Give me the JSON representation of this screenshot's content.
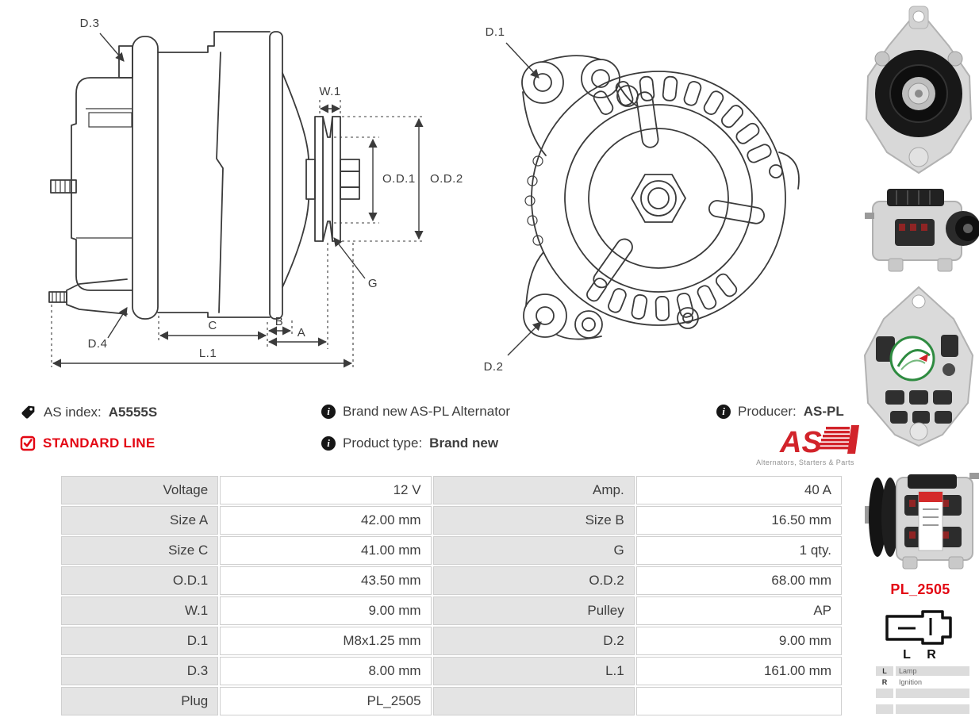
{
  "colors": {
    "accent_red": "#e30613",
    "logo_red": "#d2232a",
    "text": "#3e3e3e",
    "drawing_line": "#3b3b3b",
    "table_label_bg": "#e4e4e4",
    "table_border": "#cfcfcf"
  },
  "diagrams": {
    "side_view": {
      "labels": {
        "d3": "D.3",
        "d4": "D.4",
        "w1": "W.1",
        "od1": "O.D.1",
        "od2": "O.D.2",
        "g": "G",
        "c": "C",
        "b": "B",
        "a": "A",
        "l1": "L.1"
      }
    },
    "front_view": {
      "labels": {
        "d1": "D.1",
        "d2": "D.2"
      }
    }
  },
  "info": {
    "as_index_label": "AS index:",
    "as_index_value": "A5555S",
    "standard_line": "STANDARD LINE",
    "brand_new_line": "Brand new AS-PL Alternator",
    "product_type_label": "Product type:",
    "product_type_value": "Brand new",
    "producer_label": "Producer:",
    "producer_value": "AS-PL",
    "logo_text": "AS",
    "logo_subtitle": "Alternators, Starters & Parts"
  },
  "spec_table": {
    "rows": [
      [
        "Voltage",
        "12 V",
        "Amp.",
        "40 A"
      ],
      [
        "Size A",
        "42.00 mm",
        "Size B",
        "16.50 mm"
      ],
      [
        "Size C",
        "41.00 mm",
        "G",
        "1 qty."
      ],
      [
        "O.D.1",
        "43.50 mm",
        "O.D.2",
        "68.00 mm"
      ],
      [
        "W.1",
        "9.00 mm",
        "Pulley",
        "AP"
      ],
      [
        "D.1",
        "M8x1.25 mm",
        "D.2",
        "9.00 mm"
      ],
      [
        "D.3",
        "8.00 mm",
        "L.1",
        "161.00 mm"
      ],
      [
        "Plug",
        "PL_2505",
        "",
        ""
      ]
    ]
  },
  "plug": {
    "code": "PL_2505",
    "pin_left": "L",
    "pin_right": "R",
    "legend": [
      {
        "pin": "L",
        "label": "Lamp"
      },
      {
        "pin": "R",
        "label": "Ignition"
      }
    ]
  }
}
